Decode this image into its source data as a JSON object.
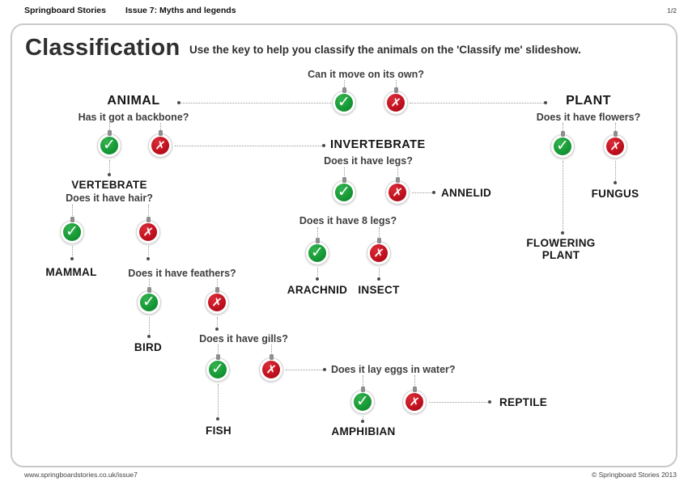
{
  "header": {
    "brand": "Springboard Stories",
    "issue": "Issue 7: Myths and legends",
    "page": "1/2"
  },
  "title": "Classification",
  "instruction": "Use the key to help you classify the animals on the 'Classify me' slideshow.",
  "icons": {
    "yes": "✓",
    "no": "✗"
  },
  "colors": {
    "yes_green": "#179b37",
    "no_red": "#c2121f",
    "connector_gray": "#979797"
  },
  "tree": {
    "questions": {
      "move": "Can it move on its own?",
      "backbone": "Has it got a backbone?",
      "flowers": "Does it have flowers?",
      "legs": "Does it have legs?",
      "hair": "Does it have hair?",
      "eight_legs": "Does it have 8 legs?",
      "feathers": "Does it have feathers?",
      "gills": "Does it have gills?",
      "eggs": "Does it lay eggs in water?"
    },
    "labels": {
      "animal": "ANIMAL",
      "plant": "PLANT",
      "vertebrate": "VERTEBRATE",
      "invertebrate": "INVERTEBRATE",
      "annelid": "ANNELID",
      "fungus": "FUNGUS",
      "flowering_plant": "FLOWERING PLANT",
      "mammal": "MAMMAL",
      "arachnid": "ARACHNID",
      "insect": "INSECT",
      "bird": "BIRD",
      "fish": "FISH",
      "amphibian": "AMPHIBIAN",
      "reptile": "REPTILE"
    }
  },
  "footer": {
    "left": "www.springboardstories.co.uk/issue7",
    "right": "© Springboard Stories 2013"
  }
}
